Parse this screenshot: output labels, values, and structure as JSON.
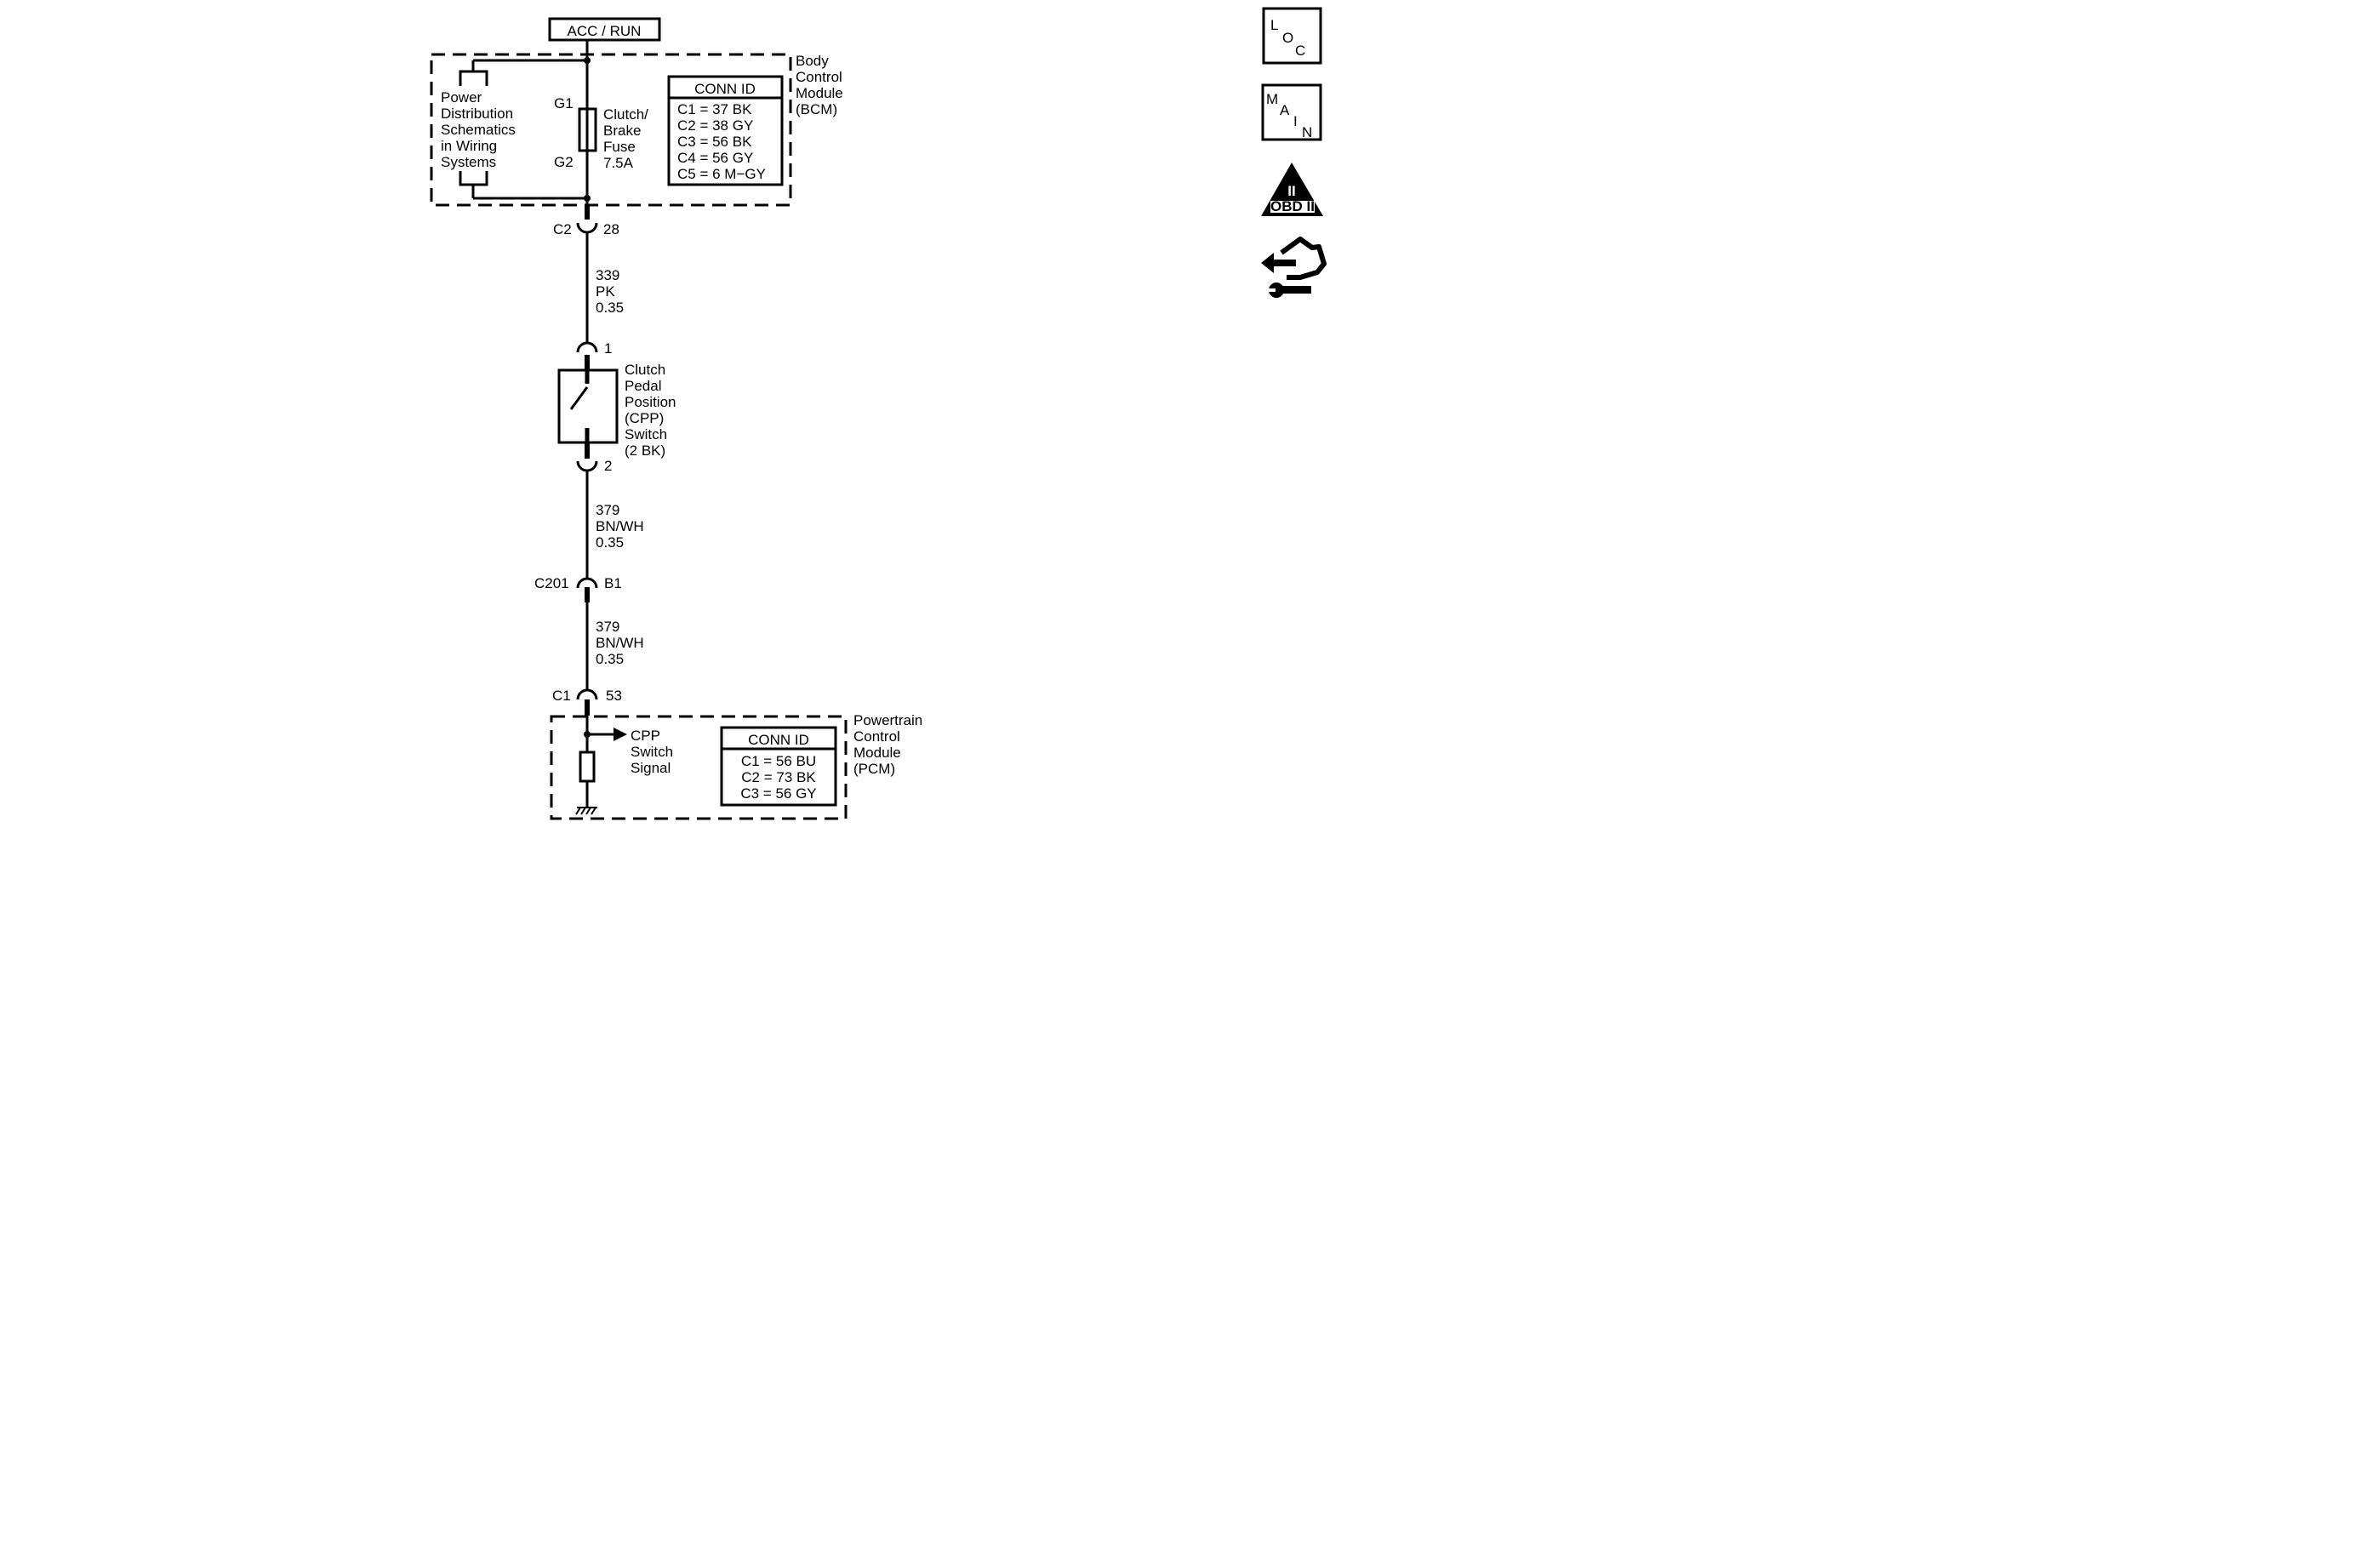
{
  "supply_label": "ACC / RUN",
  "bcm": {
    "name_lines": [
      "Body",
      "Control",
      "Module",
      "(BCM)"
    ],
    "power_ref_lines": [
      "Power",
      "Distribution",
      "Schematics",
      "in Wiring",
      "Systems"
    ],
    "fuse_top_pin": "G1",
    "fuse_bottom_pin": "G2",
    "fuse_lines": [
      "Clutch/",
      "Brake",
      "Fuse",
      "7.5A"
    ],
    "conn_title": "CONN ID",
    "conn_rows": [
      "C1 = 37 BK",
      "C2 = 38 GY",
      "C3 = 56 BK",
      "C4 = 56 GY",
      "C5 = 6 M−GY"
    ],
    "out_connector": "C2",
    "out_pin": "28"
  },
  "wire_1": {
    "lines": [
      "339",
      "PK",
      "0.35"
    ]
  },
  "cpp_switch": {
    "pin_top": "1",
    "pin_bottom": "2",
    "name_lines": [
      "Clutch",
      "Pedal",
      "Position",
      "(CPP)",
      "Switch",
      "(2 BK)"
    ]
  },
  "wire_2": {
    "lines": [
      "379",
      "BN/WH",
      "0.35"
    ]
  },
  "inline_connector": {
    "name": "C201",
    "pin": "B1"
  },
  "wire_3": {
    "lines": [
      "379",
      "BN/WH",
      "0.35"
    ]
  },
  "pcm": {
    "in_connector": "C1",
    "in_pin": "53",
    "signal_lines": [
      "CPP",
      "Switch",
      "Signal"
    ],
    "name_lines": [
      "Powertrain",
      "Control",
      "Module",
      "(PCM)"
    ],
    "conn_title": "CONN ID",
    "conn_rows": [
      "C1 = 56 BU",
      "C2 = 73 BK",
      "C3 = 56 GY"
    ]
  },
  "nav_icons": {
    "loc": [
      "L",
      "O",
      "C"
    ],
    "main": [
      "M",
      "A",
      "I",
      "N"
    ],
    "obd_numeral": "II",
    "obd_label": "OBD II",
    "diag_icon": "connector-diagnostic-icon"
  }
}
